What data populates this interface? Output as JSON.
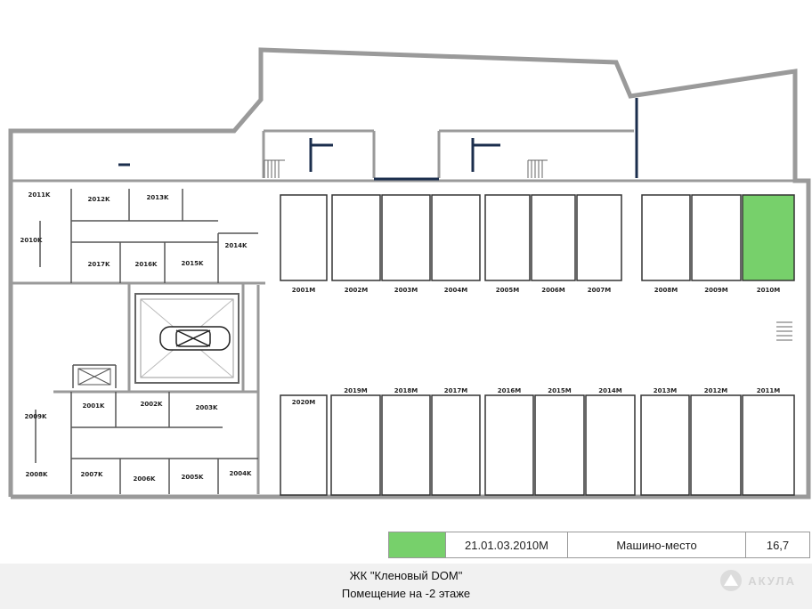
{
  "highlight_color": "#77d06b",
  "legend": {
    "code": "21.01.03.2010M",
    "type": "Машино-место",
    "area": "16,7"
  },
  "footer": {
    "title": "ЖК \"Кленовый DOM\"",
    "subtitle": "Помещение на -2 этаже"
  },
  "logo": {
    "text": "АКУЛА"
  },
  "spaces_top": [
    {
      "label": "2001M",
      "highlighted": false
    },
    {
      "label": "2002M",
      "highlighted": false
    },
    {
      "label": "2003M",
      "highlighted": false
    },
    {
      "label": "2004M",
      "highlighted": false
    },
    {
      "label": "2005M",
      "highlighted": false
    },
    {
      "label": "2006M",
      "highlighted": false
    },
    {
      "label": "2007M",
      "highlighted": false
    },
    {
      "label": "2008M",
      "highlighted": false
    },
    {
      "label": "2009M",
      "highlighted": false
    },
    {
      "label": "2010M",
      "highlighted": true
    }
  ],
  "spaces_bottom": [
    {
      "label": "2020M"
    },
    {
      "label": "2019M"
    },
    {
      "label": "2018M"
    },
    {
      "label": "2017M"
    },
    {
      "label": "2016M"
    },
    {
      "label": "2015M"
    },
    {
      "label": "2014M"
    },
    {
      "label": "2013M"
    },
    {
      "label": "2012M"
    },
    {
      "label": "2011M"
    }
  ],
  "storage_labels": [
    "2011K",
    "2012K",
    "2013K",
    "2010K",
    "2014K",
    "2017K",
    "2016K",
    "2015K",
    "2001K",
    "2002K",
    "2003K",
    "2009K",
    "2008K",
    "2007K",
    "2006K",
    "2005K",
    "2004K"
  ]
}
